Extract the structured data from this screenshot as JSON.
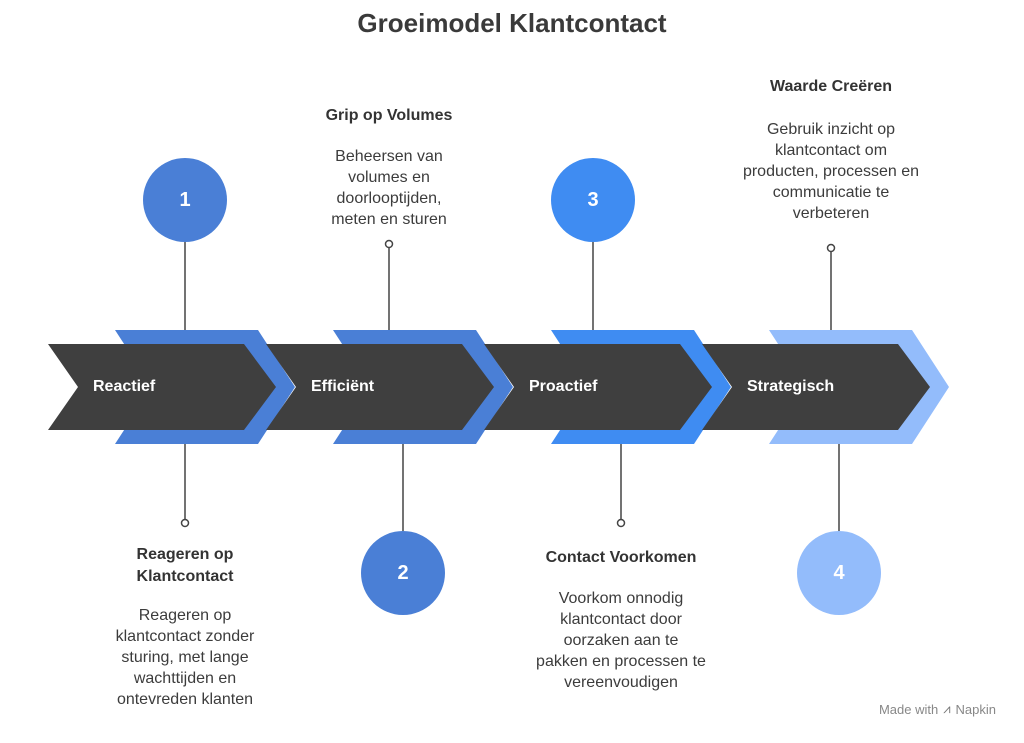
{
  "title": "Groeimodel Klantcontact",
  "colors": {
    "dark": "#3f3f3f",
    "step1": "#4a7fd6",
    "step2": "#4a7fd6",
    "step3": "#3f8cf2",
    "step4": "#93bcfb",
    "connector": "#444444"
  },
  "steps": [
    {
      "number": "1",
      "label": "Reactief",
      "heading": "Reageren op Klantcontact",
      "description": "Reageren op klantcontact zonder sturing, met lange wachttijden en ontevreden klanten"
    },
    {
      "number": "2",
      "label": "Efficiënt",
      "heading": "Grip op Volumes",
      "description": "Beheersen van volumes en doorlooptijden, meten en sturen"
    },
    {
      "number": "3",
      "label": "Proactief",
      "heading": "Contact Voorkomen",
      "description": "Voorkom onnodig klantcontact door oorzaken aan te pakken en processen te vereenvoudigen"
    },
    {
      "number": "4",
      "label": "Strategisch",
      "heading": "Waarde Creëren",
      "description": "Gebruik inzicht op klantcontact om producten, processen en communicatie te verbeteren"
    }
  ],
  "credit": {
    "made_with": "Made with",
    "brand": "Napkin"
  }
}
